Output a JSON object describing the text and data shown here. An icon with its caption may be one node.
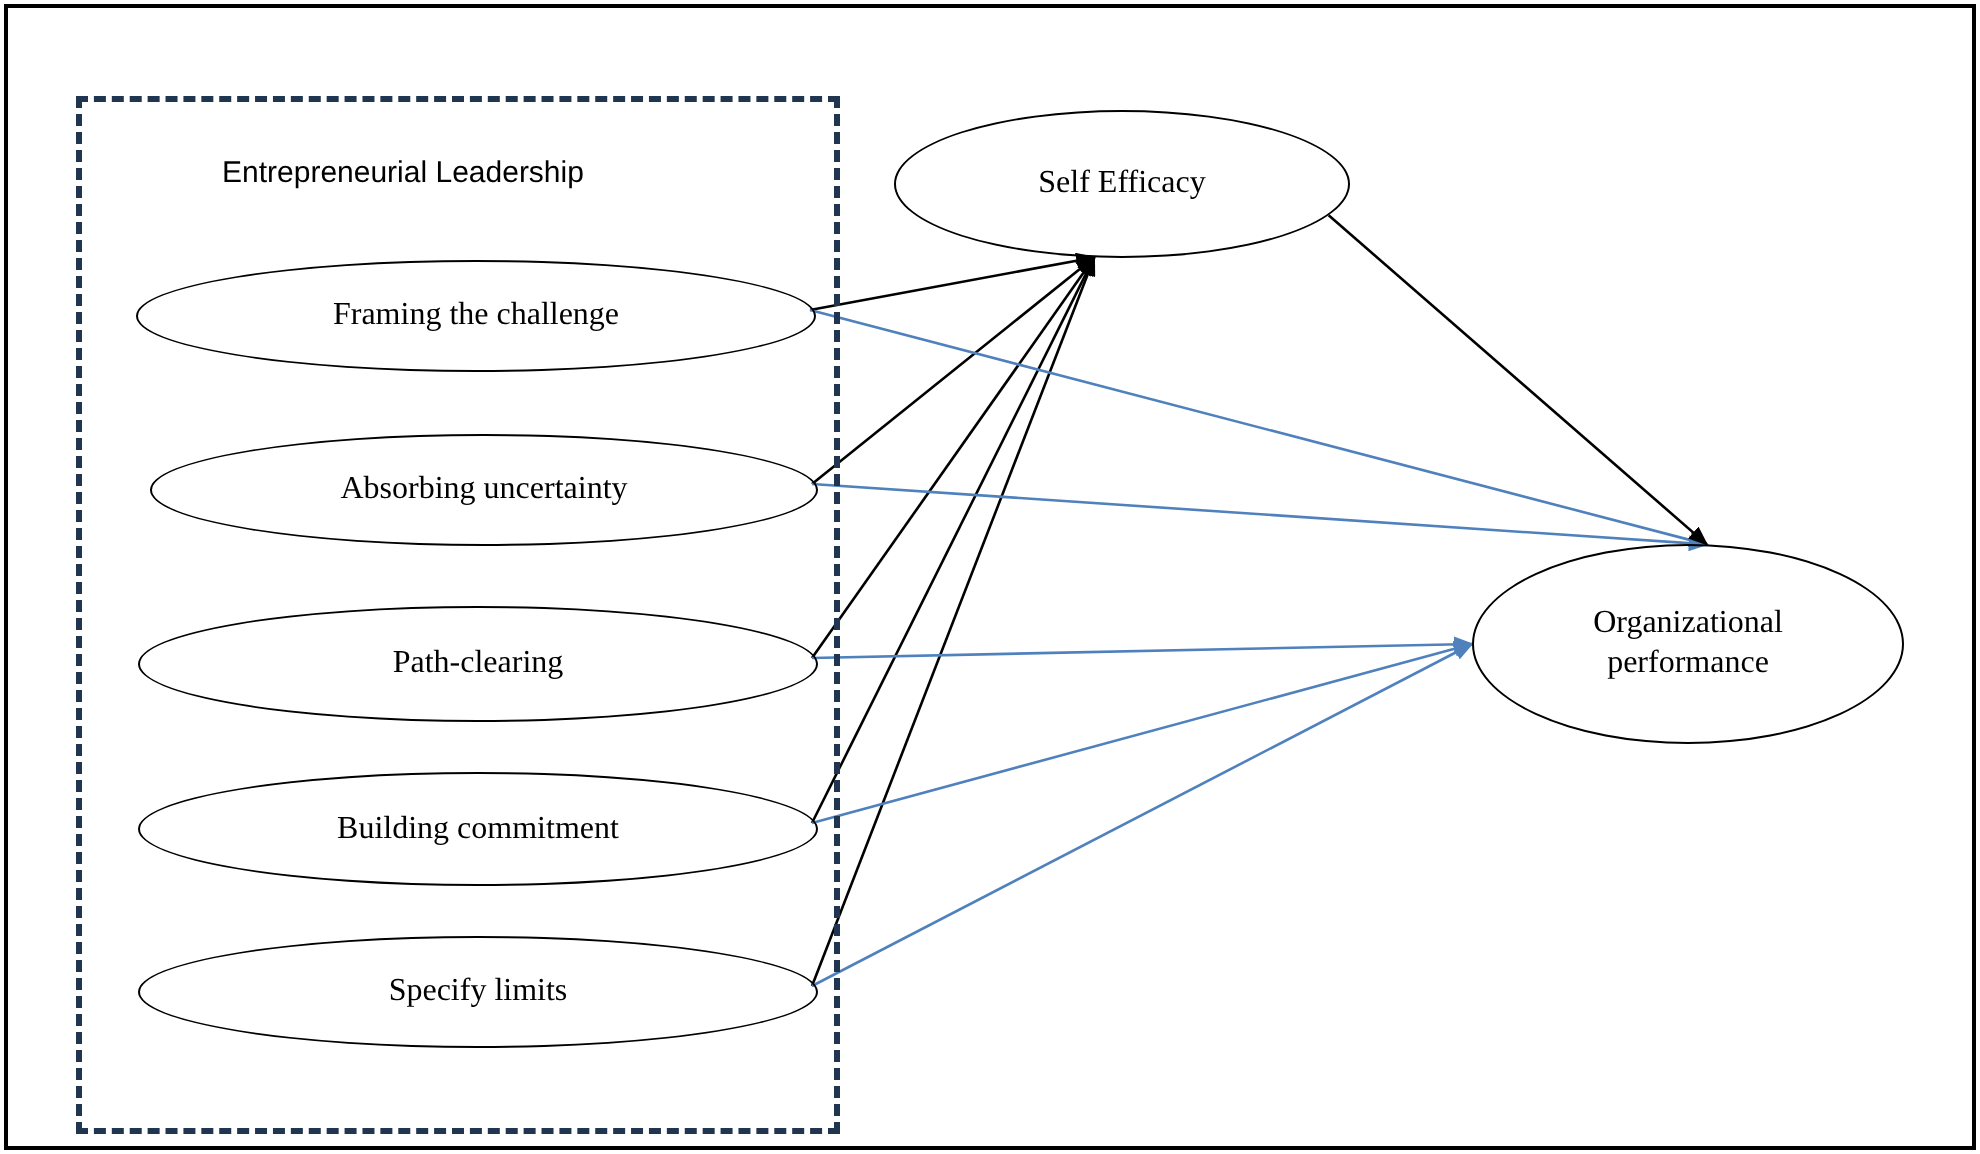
{
  "diagram": {
    "nodes": [
      {
        "text": [
          "Entrepreneurial Leadership"
        ]
      },
      {
        "text": [
          "Framing the challenge"
        ],
        "in": 0
      },
      {
        "text": [
          "Absorbing uncertainty"
        ],
        "in": 0
      },
      {
        "text": [
          "Path-clearing"
        ],
        "in": 0
      },
      {
        "text": [
          "Building commitment"
        ],
        "in": 0
      },
      {
        "text": [
          "Specify limits"
        ],
        "in": 0
      },
      {
        "text": [
          "Self Efficacy"
        ]
      },
      {
        "text": [
          "Organizational performance"
        ]
      }
    ],
    "edges": [
      {
        "from": 1,
        "to": 6,
        "arrow": "to"
      },
      {
        "from": 2,
        "to": 6,
        "arrow": "to"
      },
      {
        "from": 3,
        "to": 6,
        "arrow": "to"
      },
      {
        "from": 4,
        "to": 6,
        "arrow": "to"
      },
      {
        "from": 5,
        "to": 6,
        "arrow": "to"
      },
      {
        "from": 1,
        "to": 7,
        "arrow": "to",
        "color": "#4f81bd"
      },
      {
        "from": 2,
        "to": 7,
        "arrow": "to",
        "color": "#4f81bd"
      },
      {
        "from": 3,
        "to": 7,
        "arrow": "to",
        "color": "#4f81bd"
      },
      {
        "from": 4,
        "to": 7,
        "arrow": "to",
        "color": "#4f81bd"
      },
      {
        "from": 5,
        "to": 7,
        "arrow": "to",
        "color": "#4f81bd"
      },
      {
        "from": 6,
        "to": 7,
        "arrow": "to"
      }
    ]
  }
}
